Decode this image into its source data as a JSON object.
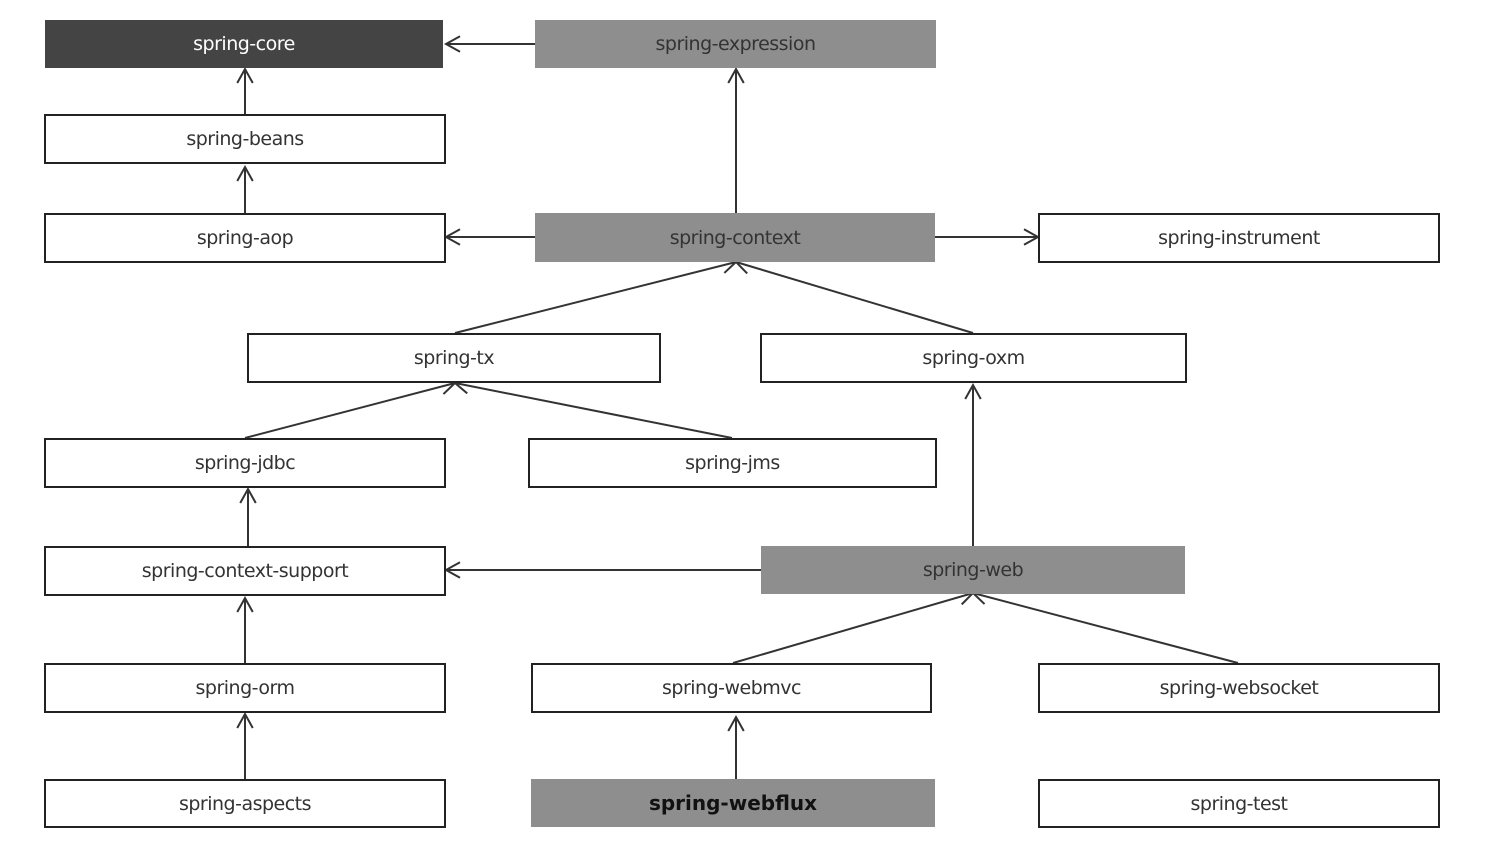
{
  "modules": {
    "core": "spring-core",
    "expression": "spring-expression",
    "beans": "spring-beans",
    "aop": "spring-aop",
    "context": "spring-context",
    "instrument": "spring-instrument",
    "tx": "spring-tx",
    "oxm": "spring-oxm",
    "jdbc": "spring-jdbc",
    "jms": "spring-jms",
    "context_support": "spring-context-support",
    "web": "spring-web",
    "orm": "spring-orm",
    "webmvc": "spring-webmvc",
    "websocket": "spring-websocket",
    "aspects": "spring-aspects",
    "webflux": "spring-webflux",
    "test": "spring-test"
  },
  "dependencies": [
    {
      "from": "expression",
      "to": "core"
    },
    {
      "from": "beans",
      "to": "core"
    },
    {
      "from": "aop",
      "to": "beans"
    },
    {
      "from": "context",
      "to": "expression"
    },
    {
      "from": "context",
      "to": "aop"
    },
    {
      "from": "context",
      "to": "instrument"
    },
    {
      "from": "tx",
      "to": "context"
    },
    {
      "from": "oxm",
      "to": "context"
    },
    {
      "from": "jdbc",
      "to": "tx"
    },
    {
      "from": "jms",
      "to": "tx"
    },
    {
      "from": "context_support",
      "to": "jdbc"
    },
    {
      "from": "web",
      "to": "oxm"
    },
    {
      "from": "web",
      "to": "context_support"
    },
    {
      "from": "orm",
      "to": "context_support"
    },
    {
      "from": "webmvc",
      "to": "web"
    },
    {
      "from": "websocket",
      "to": "web"
    },
    {
      "from": "aspects",
      "to": "orm"
    },
    {
      "from": "webflux",
      "to": "webmvc"
    }
  ],
  "colors": {
    "dark_fill": "#444444",
    "mid_fill": "#8e8e8e",
    "outline": "#222222",
    "edge": "#333333"
  }
}
